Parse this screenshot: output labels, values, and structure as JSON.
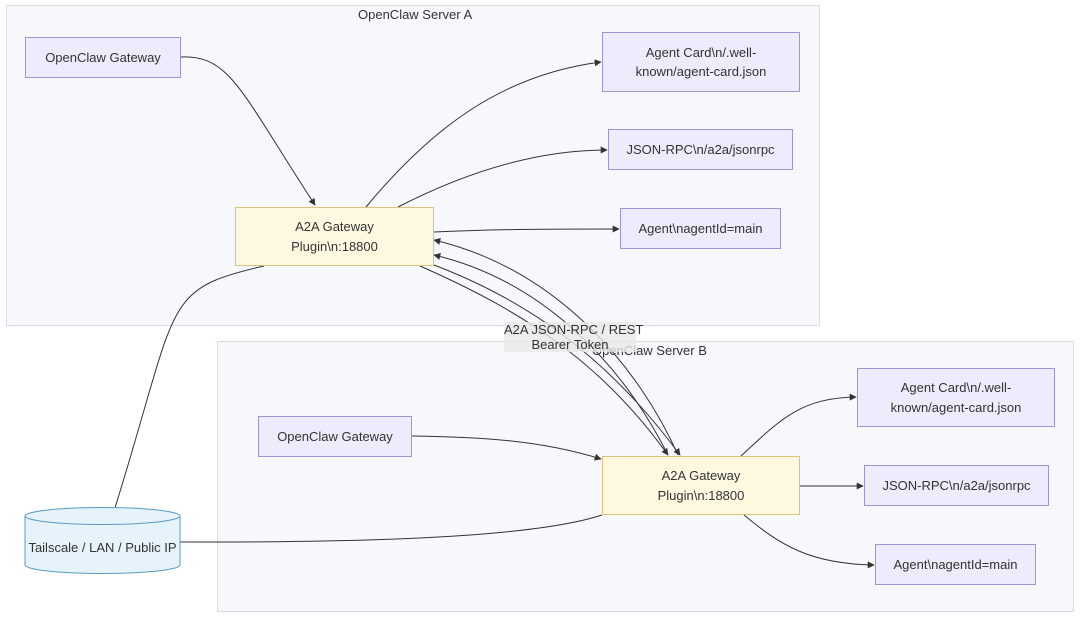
{
  "server_a": {
    "title": "OpenClaw Server A",
    "gateway": "OpenClaw Gateway",
    "agent_card": [
      "Agent Card\\n/.well-",
      "known/agent-card.json"
    ],
    "jsonrpc": "JSON-RPC\\n/a2a/jsonrpc",
    "a2a_gateway": [
      "A2A Gateway",
      "Plugin\\n:18800"
    ],
    "agent": "Agent\\nagentId=main"
  },
  "server_b": {
    "title": "OpenClaw Server B",
    "gateway": "OpenClaw Gateway",
    "agent_card": [
      "Agent Card\\n/.well-",
      "known/agent-card.json"
    ],
    "jsonrpc": "JSON-RPC\\n/a2a/jsonrpc",
    "a2a_gateway": [
      "A2A Gateway",
      "Plugin\\n:18800"
    ],
    "agent": "Agent\\nagentId=main"
  },
  "network": {
    "label": "Tailscale / LAN / Public IP"
  },
  "edge_label": {
    "line1": "A2A JSON-RPC / REST",
    "line2": "Bearer Token"
  },
  "colors": {
    "cluster_bg": "#f7f8fb",
    "node_purple": "#ececfd",
    "node_purple_border": "#9b96d4",
    "node_yellow": "#fff8e1",
    "node_yellow_border": "#dfc27a",
    "db_fill": "#e6f3fb",
    "db_border": "#5a9bc4",
    "edge": "#333333"
  }
}
